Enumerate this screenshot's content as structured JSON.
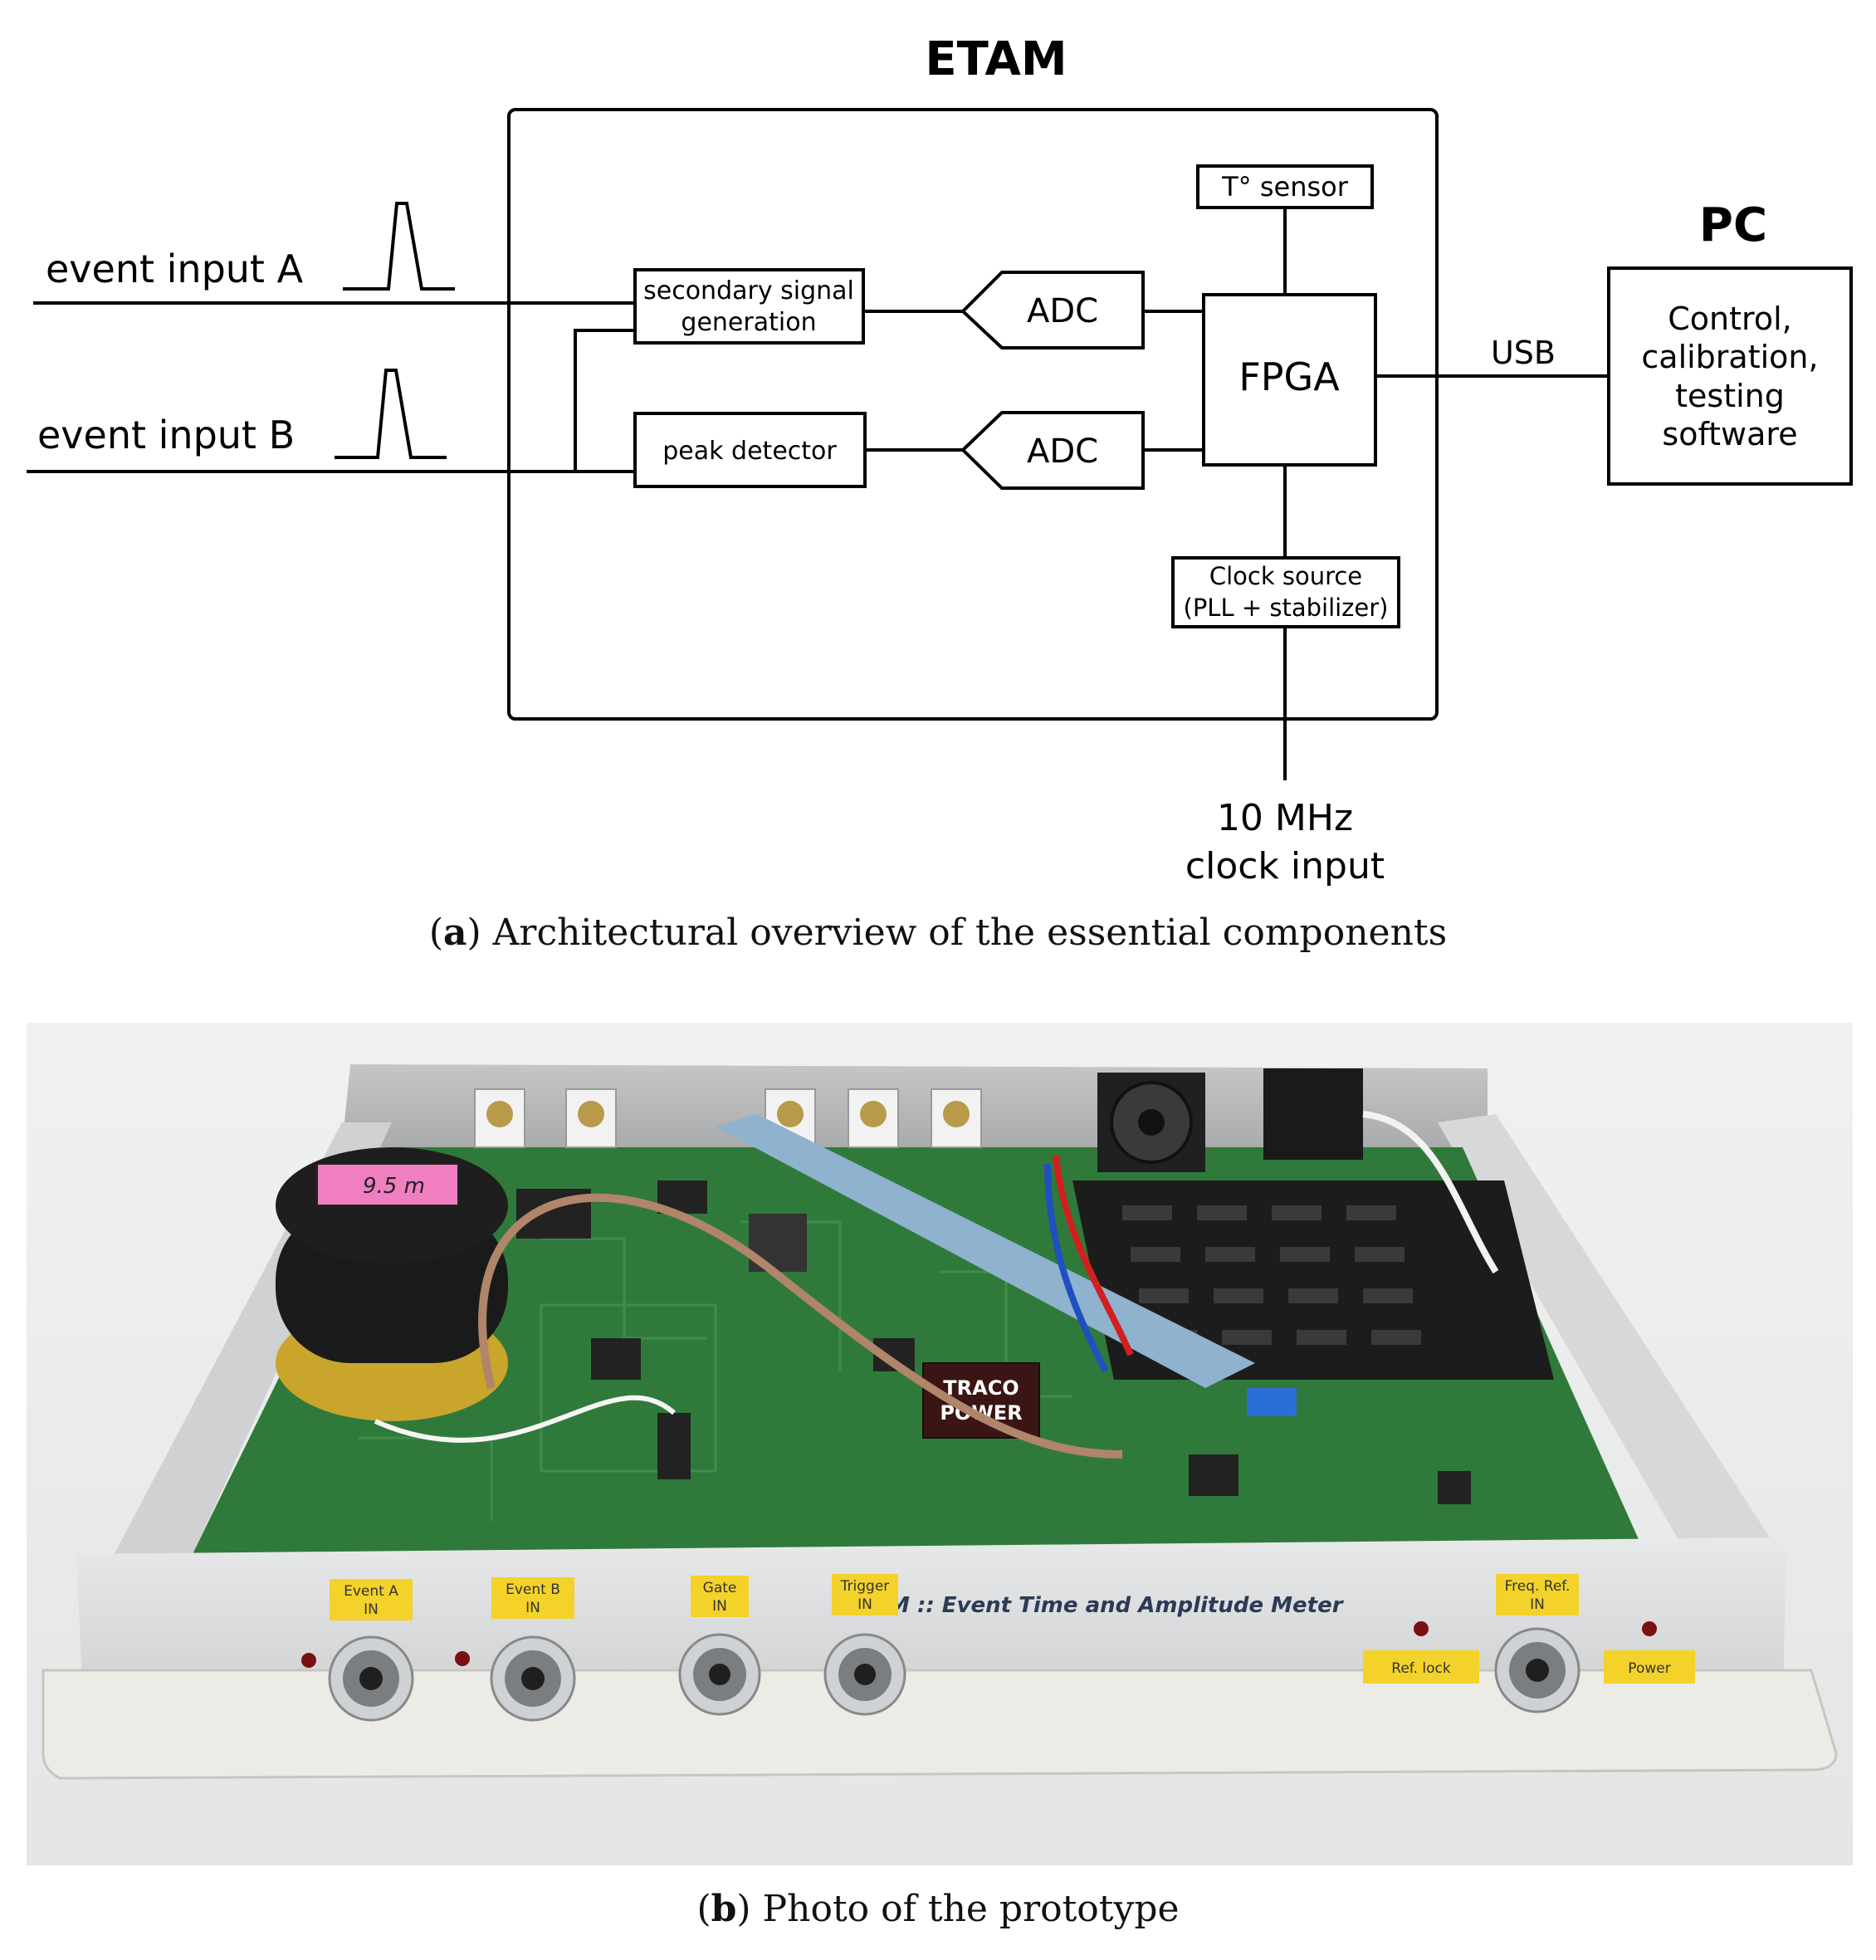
{
  "diagram": {
    "etam_title": "ETAM",
    "pc_title": "PC",
    "inputs": {
      "a": "event input A",
      "b": "event input B"
    },
    "blocks": {
      "sec_line1": "secondary signal",
      "sec_line2": "generation",
      "peak": "peak detector",
      "adc1": "ADC",
      "adc2": "ADC",
      "fpga": "FPGA",
      "tsensor": "T° sensor",
      "clock_line1": "Clock source",
      "clock_line2": "(PLL + stabilizer)",
      "pc_line1": "Control,",
      "pc_line2": "calibration,",
      "pc_line3": "testing",
      "pc_line4": "software"
    },
    "usb": "USB",
    "clock_in_line1": "10 MHz",
    "clock_in_line2": "clock input"
  },
  "captions": {
    "a_letter": "a",
    "a_text": "Architectural overview of the essential components",
    "b_letter": "b",
    "b_text": "Photo of the prototype"
  },
  "photo": {
    "panel_title": "ETAM :: Event Time and Amplitude Meter",
    "labels": {
      "event_a_1": "Event A",
      "event_a_2": "IN",
      "event_b_1": "Event B",
      "event_b_2": "IN",
      "gate_1": "Gate",
      "gate_2": "IN",
      "trigger_1": "Trigger",
      "trigger_2": "IN",
      "freq_1": "Freq. Ref.",
      "freq_2": "IN",
      "ref_lock": "Ref. lock",
      "power": "Power"
    },
    "coil_label": "9.5 m",
    "module_label_1": "TRACO",
    "module_label_2": "POWER",
    "colors": {
      "pcb": "#2f7a3a",
      "panel": "#d9dbdc",
      "label": "#f3d22a",
      "psu": "#1c1c1c",
      "cable": "#8fb3cf"
    }
  }
}
